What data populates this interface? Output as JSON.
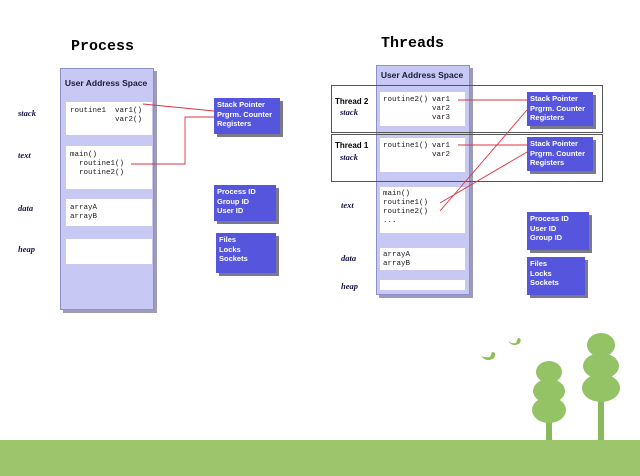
{
  "process": {
    "heading": "Process",
    "uas_title": "User Address Space",
    "labels": {
      "stack": "stack",
      "text": "text",
      "data": "data",
      "heap": "heap"
    },
    "stack_seg": {
      "left": "routine1",
      "right": "var1()\nvar2()"
    },
    "text_seg": "main()\n  routine1()\n  routine2()",
    "data_seg": "arrayA\narrayB",
    "regs": [
      "Stack Pointer",
      "Prgrm. Counter",
      "Registers"
    ],
    "ids": [
      "Process ID",
      "Group ID",
      "User ID"
    ],
    "files": [
      "Files",
      "Locks",
      "Sockets"
    ]
  },
  "threads": {
    "heading": "Threads",
    "uas_title": "User Address Space",
    "thread2": {
      "label": "Thread 2",
      "stack": "stack",
      "left": "routine2()",
      "right": "var1\nvar2\nvar3"
    },
    "thread1": {
      "label": "Thread 1",
      "stack": "stack",
      "left": "routine1()",
      "right": "var1\nvar2"
    },
    "labels": {
      "text": "text",
      "data": "data",
      "heap": "heap"
    },
    "text_seg": "main()\nroutine1()\nroutine2()\n...",
    "data_seg": "arrayA\narrayB",
    "regs1": [
      "Stack Pointer",
      "Prgrm. Counter",
      "Registers"
    ],
    "regs2": [
      "Stack Pointer",
      "Prgrm. Counter",
      "Registers"
    ],
    "ids": [
      "Process ID",
      "User ID",
      "Group ID"
    ],
    "files": [
      "Files",
      "Locks",
      "Sockets"
    ]
  },
  "colors": {
    "box": "#5555dd",
    "uas": "#c8c8f4",
    "line": "#dd3344",
    "grass": "#9dc56b"
  }
}
